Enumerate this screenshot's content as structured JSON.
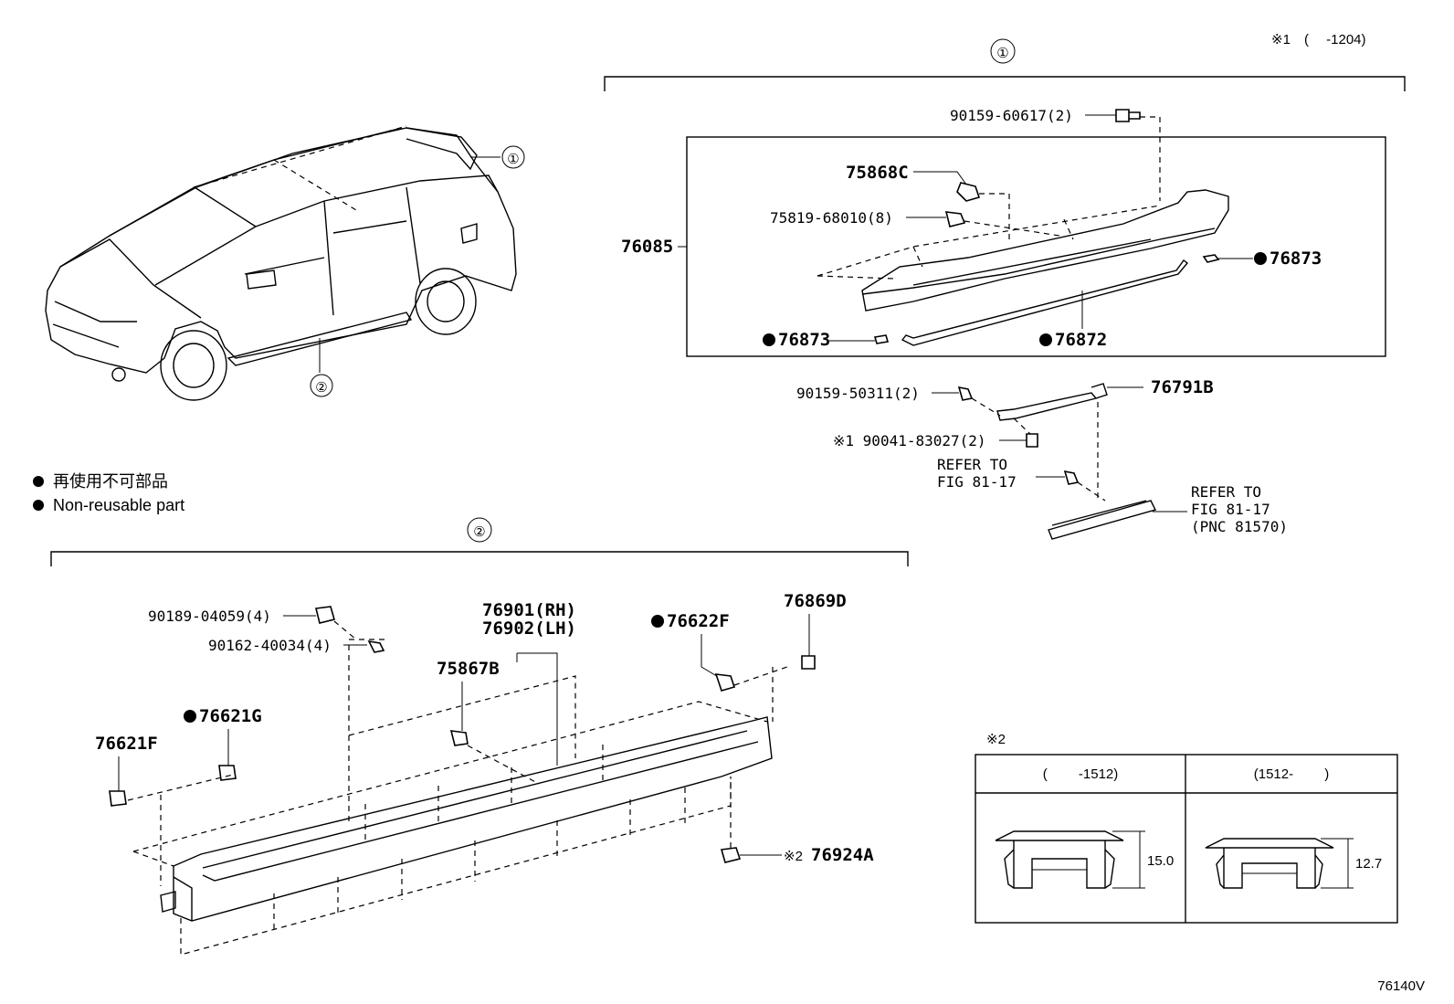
{
  "header": {
    "note_prefix": "※1",
    "note_range": "(　 -1204)"
  },
  "callouts": {
    "one": "①",
    "two": "②"
  },
  "legend": {
    "jp": "再使用不可部品",
    "en": "Non-reusable part"
  },
  "spoiler": {
    "p90159_60617": "90159-60617(2)",
    "p75868C": "75868C",
    "p75819_68010": "75819-68010(8)",
    "p76085": "76085",
    "p76873_right": "76873",
    "p76873_left": "76873",
    "p76872": "76872",
    "p90159_50311": "90159-50311(2)",
    "p76791B": "76791B",
    "p90041_83027": "※1 90041-83027(2)",
    "refer1_a": "REFER TO",
    "refer1_b": "FIG 81-17",
    "refer2_a": "REFER TO",
    "refer2_b": "FIG 81-17",
    "refer2_c": "(PNC 81570)"
  },
  "sill": {
    "p90189_04059": "90189-04059(4)",
    "p90162_40034": "90162-40034(4)",
    "p76901": "76901(RH)",
    "p76902": "76902(LH)",
    "p76622F": "76622F",
    "p76869D": "76869D",
    "p75867B": "75867B",
    "p76621G": "76621G",
    "p76621F": "76621F",
    "p76924A": "76924A",
    "p76924A_note": "※2"
  },
  "clip_table": {
    "title": "※2",
    "col1": "(　　 -1512)",
    "col2": "(1512-　　 )",
    "dim1": "15.0",
    "dim2": "12.7"
  },
  "footer": {
    "figure_code": "76140V"
  }
}
